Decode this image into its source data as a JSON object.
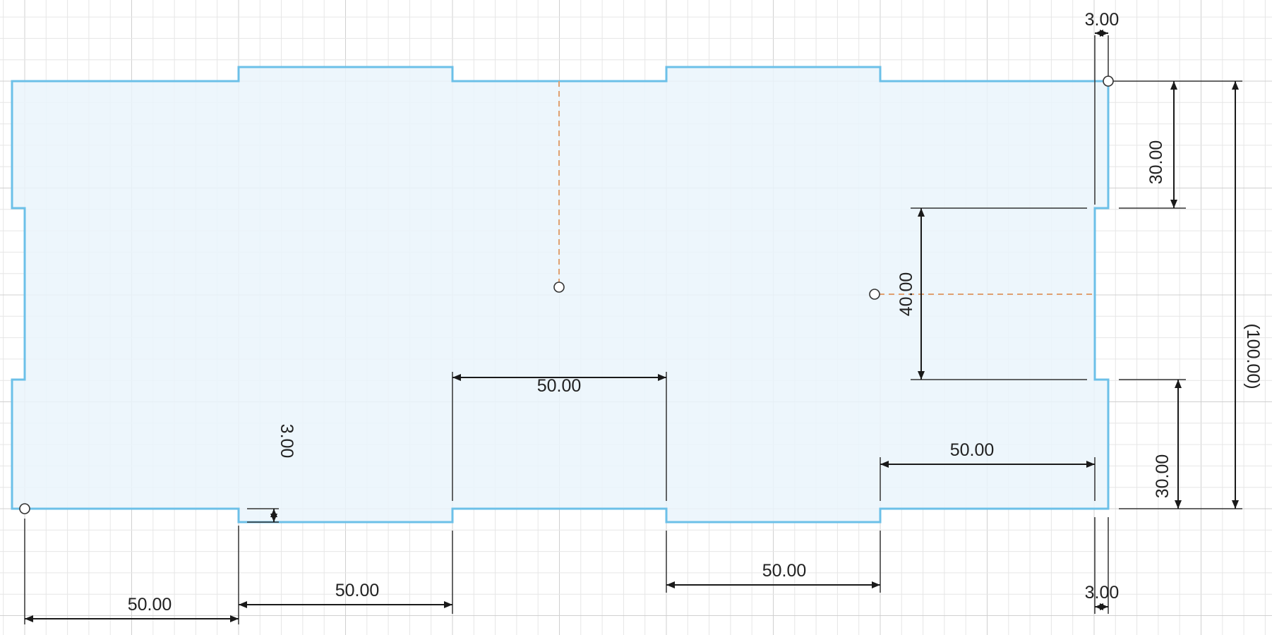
{
  "sketch": {
    "dimensions": {
      "top_tab_depth": "3.00",
      "right_upper_edge": "30.00",
      "right_slot_length": "40.00",
      "right_lower_edge": "30.00",
      "overall_height_reference": "(100.00)",
      "bottom_tab_depth_left": "3.00",
      "bottom_tab_depth_right": "3.00",
      "middle_span": "50.00",
      "right_span_upper": "50.00",
      "bottom_span_1": "50.00",
      "bottom_span_2": "50.00",
      "bottom_span_4": "50.00"
    },
    "colors": {
      "profile_stroke": "#6cc0e8",
      "profile_fill": "#eaf5fb",
      "construction_line": "#e0a070",
      "grid_minor": "#e6e6e6",
      "grid_major": "#d0d0d0",
      "dimension_line": "#1a1a1a"
    }
  }
}
